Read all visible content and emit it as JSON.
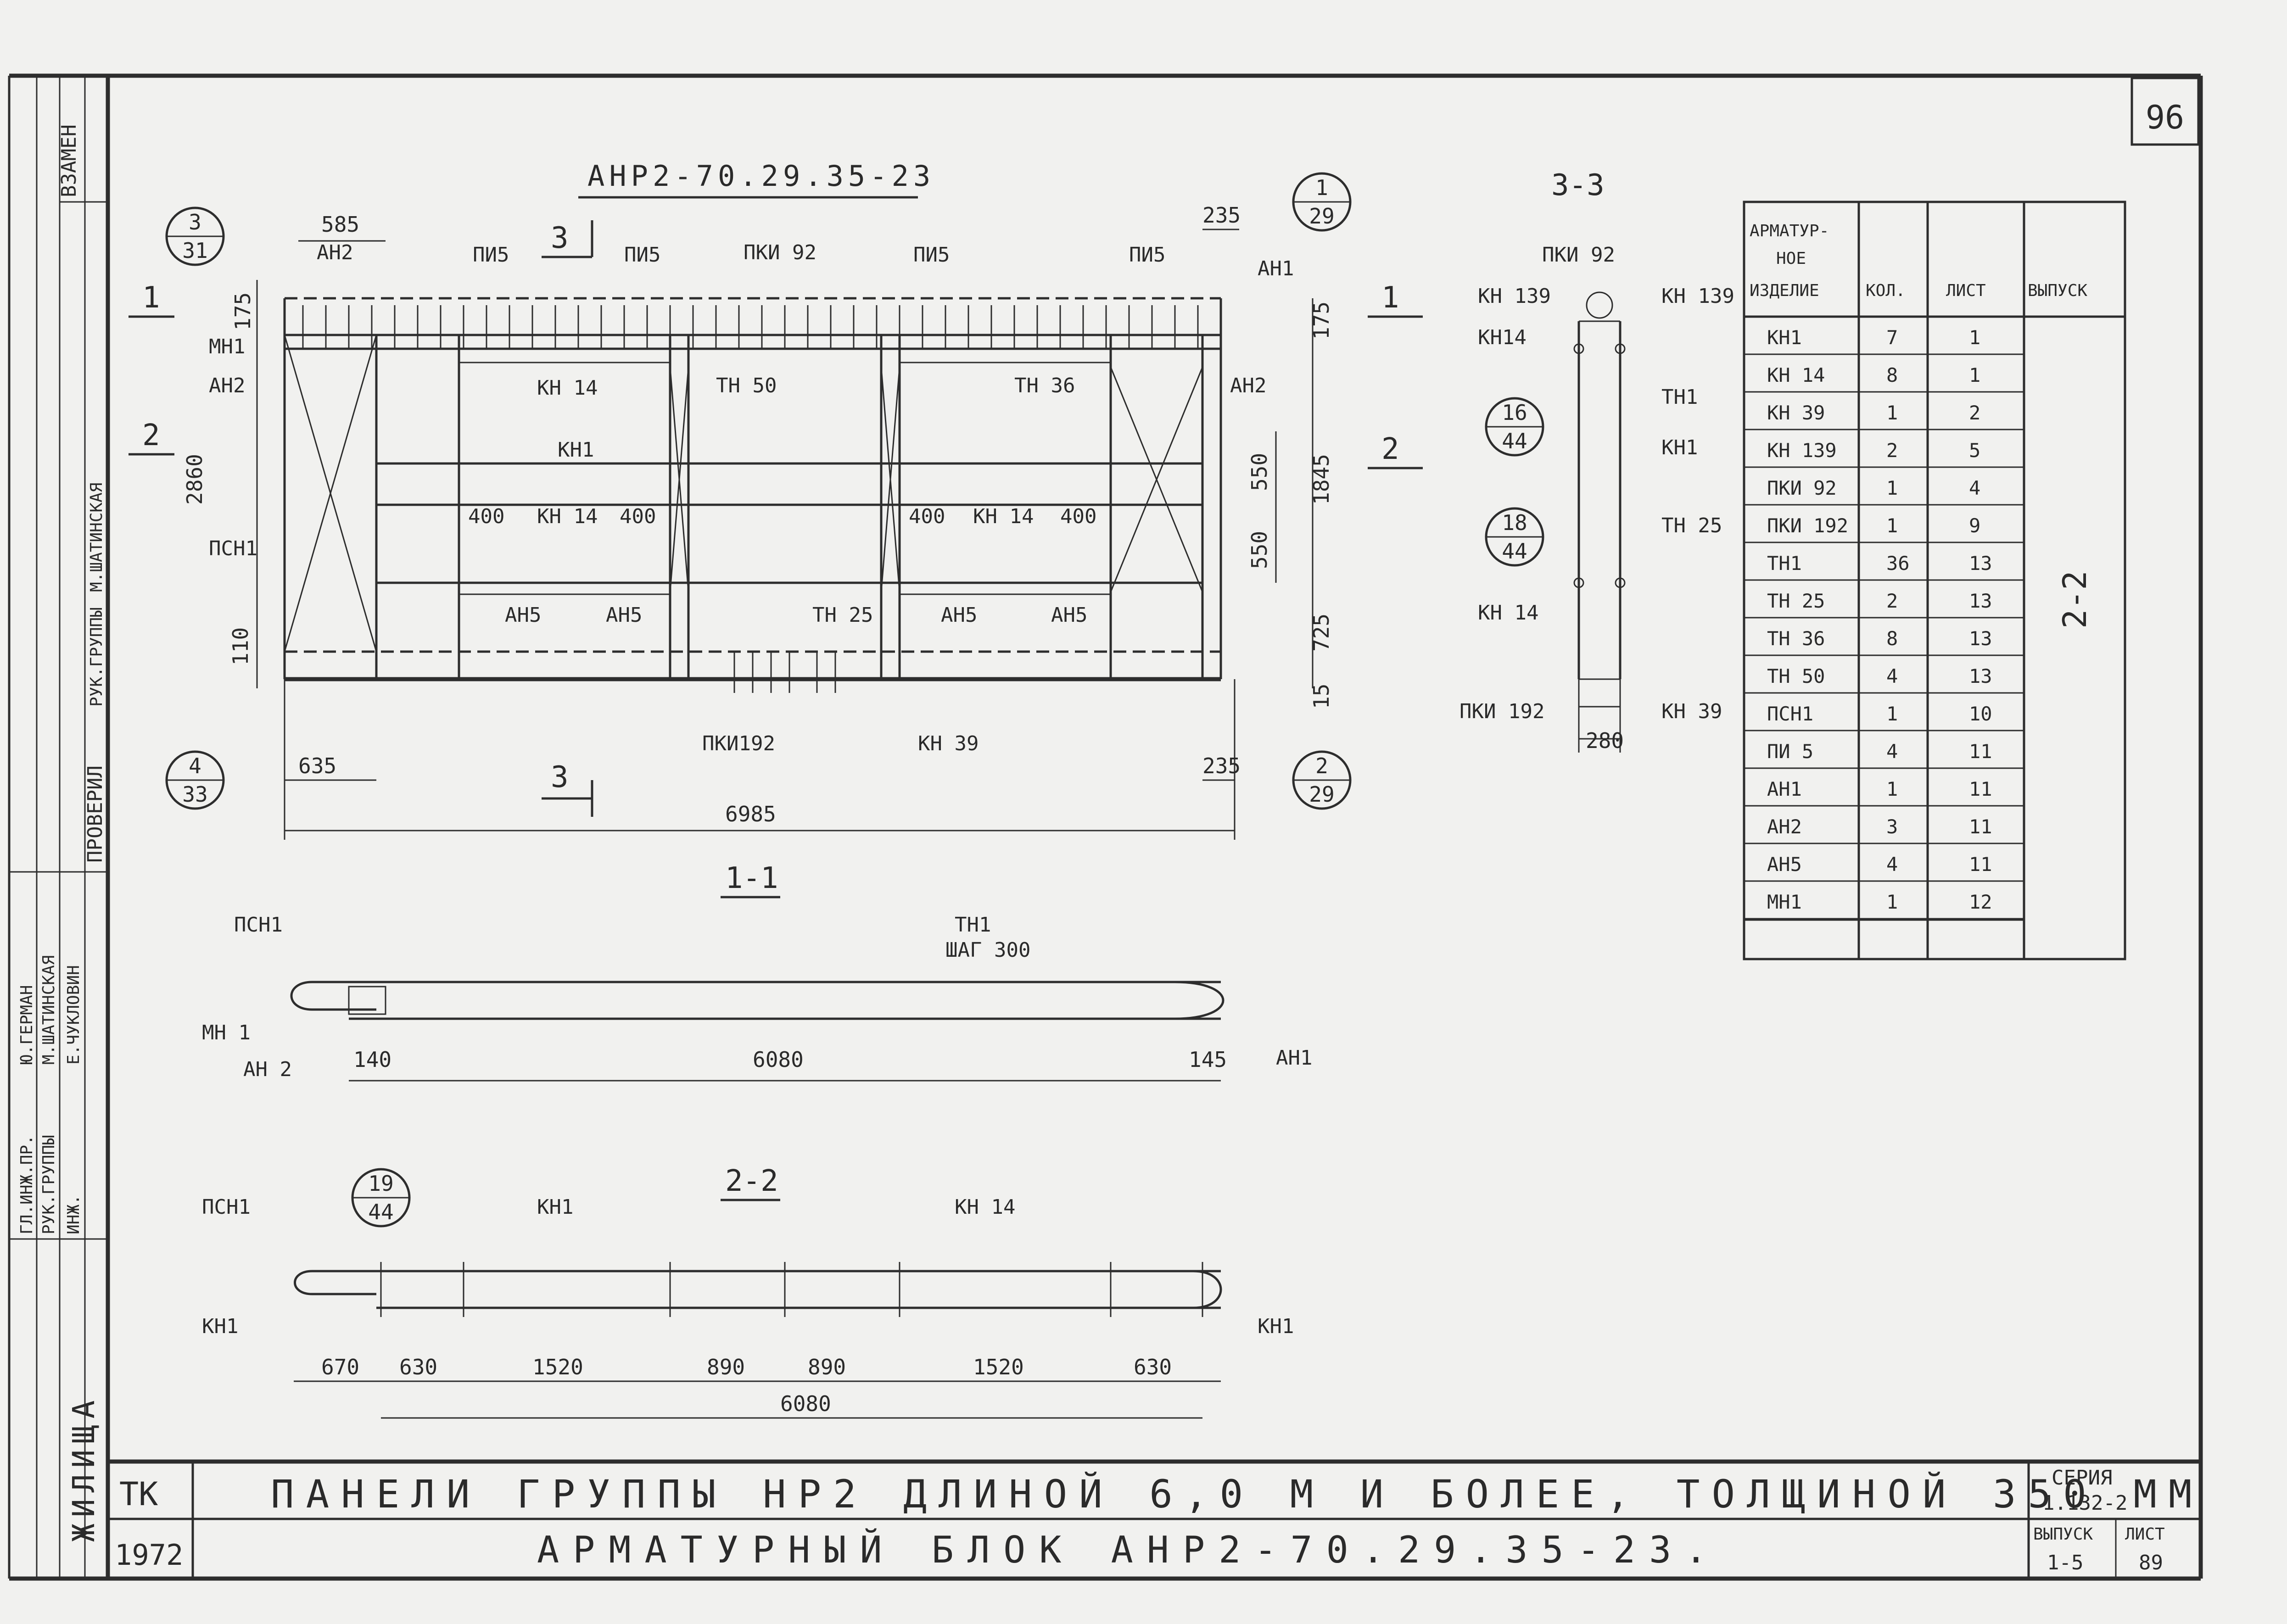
{
  "sheet": {
    "sheet_number": "96",
    "main_title": "АНР2-70.29.35-23",
    "title_line1": "ПАНЕЛИ ГРУППЫ НР2 ДЛИНОЙ 6,0 М И БОЛЕЕ, ТОЛЩИНОЙ 350 ММ",
    "title_line2": "АРМАТУРНЫЙ БЛОК АНР2-70.29.35-23.",
    "series_label": "СЕРИЯ",
    "series_value": "1.132-2",
    "issue_label": "ВЫПУСК",
    "issue_value": "1-5",
    "list_label": "ЛИСТ",
    "list_value": "89",
    "org": "ТК",
    "year": "1972",
    "org_side": "ЖИЛИЩА",
    "side_roles": [
      "ГЛ.ИНЖ.ПР.",
      "РУК.ГРУППЫ",
      "ИНЖ."
    ],
    "side_names": [
      "Ю.ГЕРМАН",
      "М.ШАТИНСКАЯ",
      "Е.ЧУКЛОВИН"
    ],
    "checked_label": "ПРОВЕРИЛ",
    "checked_role": "РУК.ГРУППЫ",
    "checked_name": "М.ШАТИНСКАЯ",
    "margin_note": "ВЗАМЕН"
  },
  "views": {
    "main": {
      "dims": {
        "d585": "585",
        "d235_top": "235",
        "d175_left": "175",
        "d175_right": "175",
        "d2860": "2860",
        "d1845": "1845",
        "d550a": "550",
        "d550b": "550",
        "d725": "725",
        "d15": "15",
        "d110": "110",
        "d635": "635",
        "d235_bot": "235",
        "d6985": "6985",
        "d400a": "400",
        "d400b": "400",
        "d400c": "400",
        "d400d": "400"
      },
      "labels": {
        "ah2_top": "АН2",
        "pi5_1": "ПИ5",
        "pi5_2": "ПИ5",
        "pki92": "ПКИ 92",
        "pi5_3": "ПИ5",
        "pi5_4": "ПИ5",
        "ah1": "АН1",
        "mh1": "МН1",
        "ah2_left": "АН2",
        "kh14_a": "КН 14",
        "th50": "ТН 50",
        "th36": "ТН 36",
        "ah2_right": "АН2",
        "kh1": "КН1",
        "kh14_b": "КН 14",
        "kh14_c": "КН 14",
        "psh1": "ПСН1",
        "ah5_1": "АН5",
        "ah5_2": "АН5",
        "th25": "ТН 25",
        "ah5_3": "АН5",
        "ah5_4": "АН5",
        "pki192": "ПКИ192",
        "kh39": "КН 39"
      },
      "callouts": [
        {
          "top": "3",
          "bottom": "31"
        },
        {
          "top": "1",
          "bottom": "29"
        },
        {
          "top": "4",
          "bottom": "33"
        },
        {
          "top": "2",
          "bottom": "29"
        }
      ],
      "cuts": {
        "c1": "1",
        "c2": "2",
        "c3_top": "3",
        "c3_bot": "3"
      }
    },
    "section_3_3": {
      "title": "3-3",
      "labels": {
        "pki92": "ПКИ 92",
        "kh139_l": "КН 139",
        "kh139_r": "КН 139",
        "kh14_top": "КН14",
        "th1": "ТН1",
        "kh1": "КН1",
        "th25": "ТН 25",
        "kh14_bot": "КН 14",
        "pki192": "ПКИ 192",
        "kh39": "КН 39"
      },
      "dim": "280",
      "callouts": [
        {
          "top": "16",
          "bottom": "44"
        },
        {
          "top": "18",
          "bottom": "44"
        }
      ],
      "cuts": {
        "c1": "1",
        "c2": "2"
      }
    },
    "section_1_1": {
      "title": "1-1",
      "labels": {
        "psh1": "ПСН1",
        "th1": "ТН1",
        "step": "ШАГ 300",
        "mh1": "МН 1",
        "ah2": "АН 2",
        "ah1": "АН1"
      },
      "dims": {
        "d140": "140",
        "d6080": "6080",
        "d145": "145"
      }
    },
    "section_2_2": {
      "title": "2-2",
      "labels": {
        "psh1": "ПСН1",
        "kh1_top": "КН1",
        "kh14": "КН 14",
        "kh1_left": "КН1",
        "kh1_right": "КН1"
      },
      "callout": {
        "top": "19",
        "bottom": "44"
      },
      "dims": [
        "670",
        "630",
        "1520",
        "890",
        "890",
        "1520",
        "630"
      ],
      "total": "6080"
    }
  },
  "table": {
    "headers": {
      "item": "АРМАТУР-НОЕ ИЗДЕЛИЕ",
      "qty": "КОЛ.",
      "sheet": "ЛИСТ",
      "issue": "ВЫПУСК"
    },
    "issue_value": "2-2",
    "rows": [
      {
        "item": "КН1",
        "qty": "7",
        "sheet": "1"
      },
      {
        "item": "КН 14",
        "qty": "8",
        "sheet": "1"
      },
      {
        "item": "КН 39",
        "qty": "1",
        "sheet": "2"
      },
      {
        "item": "КН 139",
        "qty": "2",
        "sheet": "5"
      },
      {
        "item": "ПКИ 92",
        "qty": "1",
        "sheet": "4"
      },
      {
        "item": "ПКИ 192",
        "qty": "1",
        "sheet": "9"
      },
      {
        "item": "ТН1",
        "qty": "36",
        "sheet": "13"
      },
      {
        "item": "ТН 25",
        "qty": "2",
        "sheet": "13"
      },
      {
        "item": "ТН 36",
        "qty": "8",
        "sheet": "13"
      },
      {
        "item": "ТН 50",
        "qty": "4",
        "sheet": "13"
      },
      {
        "item": "ПСН1",
        "qty": "1",
        "sheet": "10"
      },
      {
        "item": "ПИ 5",
        "qty": "4",
        "sheet": "11"
      },
      {
        "item": "АН1",
        "qty": "1",
        "sheet": "11"
      },
      {
        "item": "АН2",
        "qty": "3",
        "sheet": "11"
      },
      {
        "item": "АН5",
        "qty": "4",
        "sheet": "11"
      },
      {
        "item": "МН1",
        "qty": "1",
        "sheet": "12"
      }
    ]
  }
}
